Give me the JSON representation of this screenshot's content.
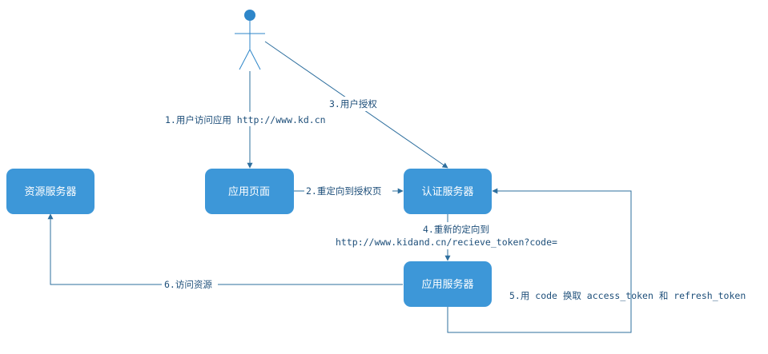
{
  "nodes": {
    "resource_server": "资源服务器",
    "app_page": "应用页面",
    "auth_server": "认证服务器",
    "app_server": "应用服务器"
  },
  "edges": {
    "step1": "1.用户访问应用 http://www.kd.cn",
    "step2": "2.重定向到授权页",
    "step3": "3.用户授权",
    "step4_line1": "4.重新的定向到",
    "step4_line2": "http://www.kidand.cn/recieve_token?code=",
    "step5": "5.用 code 换取 access_token 和 refresh_token",
    "step6": "6.访问资源"
  },
  "colors": {
    "node_fill": "#3d97d8",
    "edge": "#2e6f9e",
    "actor": "#2e86c9"
  }
}
